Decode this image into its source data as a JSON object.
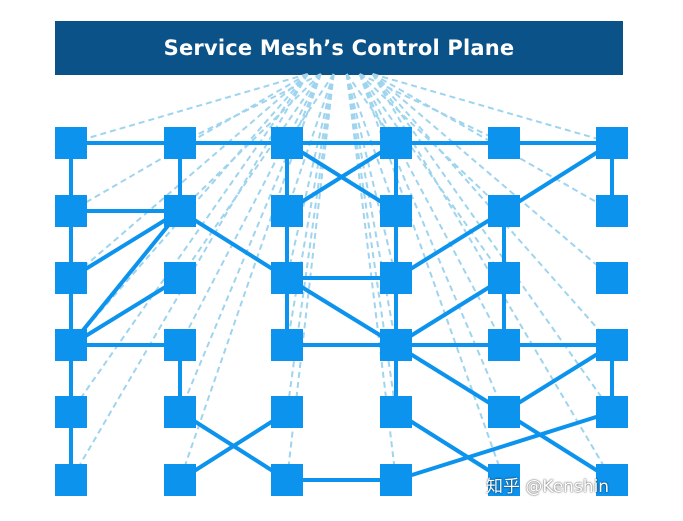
{
  "control_plane": {
    "title": "Service Mesh’s Control Plane"
  },
  "watermark": {
    "text": "知乎 @Kenshin"
  },
  "mesh": {
    "columns": 6,
    "rows": 6,
    "data_plane_links": [
      [
        [
          0,
          0
        ],
        [
          1,
          0
        ]
      ],
      [
        [
          1,
          0
        ],
        [
          2,
          0
        ]
      ],
      [
        [
          2,
          0
        ],
        [
          3,
          0
        ]
      ],
      [
        [
          3,
          0
        ],
        [
          4,
          0
        ]
      ],
      [
        [
          4,
          0
        ],
        [
          5,
          0
        ]
      ],
      [
        [
          0,
          0
        ],
        [
          0,
          1
        ]
      ],
      [
        [
          0,
          1
        ],
        [
          0,
          2
        ]
      ],
      [
        [
          0,
          2
        ],
        [
          0,
          3
        ]
      ],
      [
        [
          0,
          3
        ],
        [
          0,
          4
        ]
      ],
      [
        [
          0,
          4
        ],
        [
          0,
          5
        ]
      ],
      [
        [
          1,
          0
        ],
        [
          1,
          1
        ]
      ],
      [
        [
          1,
          3
        ],
        [
          1,
          4
        ]
      ],
      [
        [
          2,
          0
        ],
        [
          2,
          1
        ]
      ],
      [
        [
          2,
          1
        ],
        [
          2,
          2
        ]
      ],
      [
        [
          2,
          2
        ],
        [
          2,
          3
        ]
      ],
      [
        [
          3,
          0
        ],
        [
          3,
          1
        ]
      ],
      [
        [
          3,
          1
        ],
        [
          3,
          2
        ]
      ],
      [
        [
          3,
          2
        ],
        [
          3,
          3
        ]
      ],
      [
        [
          3,
          3
        ],
        [
          3,
          4
        ]
      ],
      [
        [
          4,
          1
        ],
        [
          4,
          2
        ]
      ],
      [
        [
          4,
          2
        ],
        [
          4,
          3
        ]
      ],
      [
        [
          5,
          0
        ],
        [
          5,
          1
        ]
      ],
      [
        [
          5,
          3
        ],
        [
          5,
          4
        ]
      ],
      [
        [
          0,
          1
        ],
        [
          1,
          1
        ]
      ],
      [
        [
          2,
          2
        ],
        [
          3,
          2
        ]
      ],
      [
        [
          2,
          3
        ],
        [
          3,
          3
        ]
      ],
      [
        [
          0,
          3
        ],
        [
          1,
          3
        ]
      ],
      [
        [
          3,
          3
        ],
        [
          4,
          3
        ]
      ],
      [
        [
          4,
          3
        ],
        [
          5,
          3
        ]
      ],
      [
        [
          2,
          5
        ],
        [
          3,
          5
        ]
      ],
      [
        [
          2,
          0
        ],
        [
          3,
          1
        ]
      ],
      [
        [
          3,
          0
        ],
        [
          2,
          1
        ]
      ],
      [
        [
          5,
          0
        ],
        [
          4,
          1
        ]
      ],
      [
        [
          0,
          2
        ],
        [
          1,
          1
        ]
      ],
      [
        [
          0,
          3
        ],
        [
          1,
          1
        ]
      ],
      [
        [
          0,
          3
        ],
        [
          1,
          2
        ]
      ],
      [
        [
          1,
          1
        ],
        [
          2,
          2
        ]
      ],
      [
        [
          2,
          2
        ],
        [
          3,
          3
        ]
      ],
      [
        [
          4,
          1
        ],
        [
          3,
          2
        ]
      ],
      [
        [
          4,
          2
        ],
        [
          3,
          3
        ]
      ],
      [
        [
          3,
          3
        ],
        [
          4,
          4
        ]
      ],
      [
        [
          4,
          4
        ],
        [
          5,
          5
        ]
      ],
      [
        [
          3,
          4
        ],
        [
          4,
          5
        ]
      ],
      [
        [
          5,
          3
        ],
        [
          4,
          4
        ]
      ],
      [
        [
          5,
          4
        ],
        [
          3,
          5
        ]
      ],
      [
        [
          1,
          4
        ],
        [
          2,
          5
        ]
      ],
      [
        [
          1,
          5
        ],
        [
          2,
          4
        ]
      ]
    ]
  },
  "colors": {
    "control_plane_bg": "#0b5288",
    "control_plane_text": "#ffffff",
    "proxy_node": "#0c93ed",
    "data_plane_link": "#0c93ed",
    "control_link": "#9fd4ee",
    "background": "#ffffff"
  }
}
